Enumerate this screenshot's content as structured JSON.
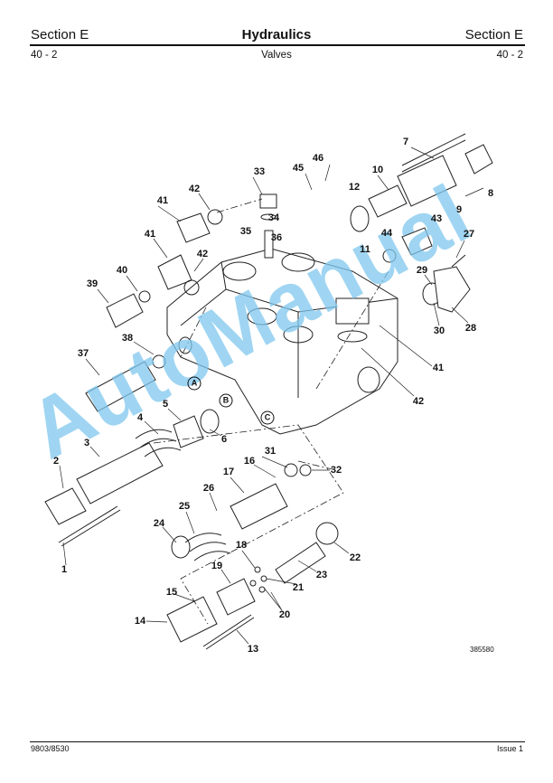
{
  "header": {
    "section_left": "Section E",
    "title": "Hydraulics",
    "section_right": "Section E",
    "page_left": "40 - 2",
    "subtitle": "Valves",
    "page_right": "40 - 2"
  },
  "diagram": {
    "callouts": [
      "7",
      "46",
      "45",
      "33",
      "10",
      "8",
      "42",
      "12",
      "34",
      "9",
      "41",
      "35",
      "36",
      "43",
      "11",
      "41",
      "44",
      "27",
      "42",
      "40",
      "29",
      "39",
      "28",
      "30",
      "38",
      "37",
      "41",
      "5",
      "42",
      "4",
      "6",
      "3",
      "31",
      "16",
      "32",
      "2",
      "17",
      "26",
      "25",
      "24",
      "22",
      "18",
      "19",
      "23",
      "21",
      "15",
      "20",
      "14",
      "1",
      "13"
    ],
    "ports": [
      "A",
      "B",
      "C"
    ],
    "figure_number": "385580"
  },
  "watermark": "AutoManual",
  "footer": {
    "doc_number": "9803/8530",
    "issue": "Issue 1"
  }
}
